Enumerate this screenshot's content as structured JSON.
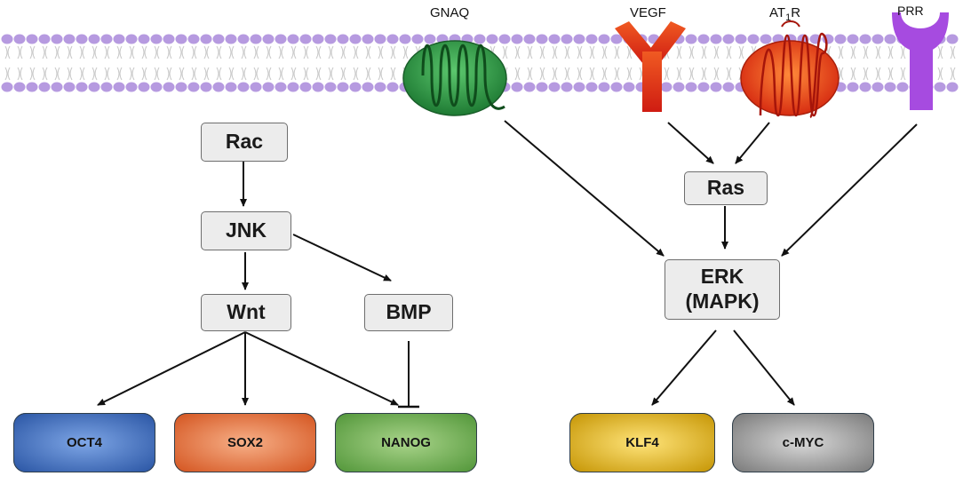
{
  "receptors": {
    "gnaq": "GNAQ",
    "vegf": "VEGF",
    "at1r_prefix": "AT",
    "at1r_sub": "1",
    "at1r_suffix": "R",
    "prr": "PRR"
  },
  "nodes": {
    "rac": "Rac",
    "jnk": "JNK",
    "wnt": "Wnt",
    "bmp": "BMP",
    "ras": "Ras",
    "erk_line1": "ERK",
    "erk_line2": "(MAPK)"
  },
  "genes": {
    "oct4": "OCT4",
    "sox2": "SOX2",
    "nanog": "NANOG",
    "klf4": "KLF4",
    "cmyc": "c-MYC"
  },
  "colors": {
    "lipid_head": "#b69ae0",
    "gnaq": "#2e9a44",
    "vegf": "#e2321a",
    "at1r": "#f34a16",
    "prr": "#a64be0",
    "oct4": "#3566b5",
    "sox2": "#e2733a",
    "nanog": "#6aa84f",
    "klf4": "#f0be1c",
    "cmyc": "#9a9a9a"
  }
}
